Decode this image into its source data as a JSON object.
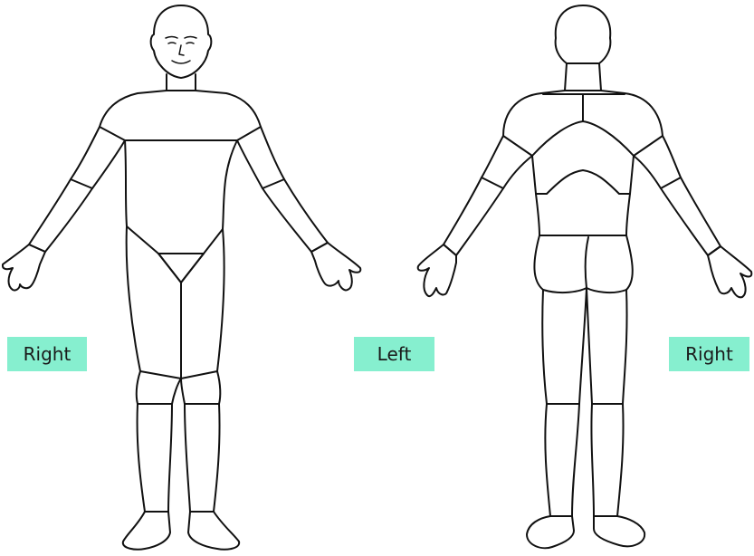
{
  "labels": {
    "front_right": "Right",
    "center_left": "Left",
    "back_right": "Right"
  },
  "colors": {
    "label_background": "#86efcf",
    "outline": "#111111",
    "background": "#ffffff"
  },
  "figures": [
    {
      "view": "front",
      "regions": [
        "head",
        "chest",
        "abdomen",
        "groin",
        "right-upper-arm",
        "right-forearm",
        "right-hand",
        "left-upper-arm",
        "left-forearm",
        "left-hand",
        "right-thigh",
        "left-thigh",
        "right-knee",
        "left-knee",
        "right-shin",
        "left-shin",
        "right-foot",
        "left-foot"
      ]
    },
    {
      "view": "back",
      "regions": [
        "head",
        "upper-back",
        "lower-back",
        "buttocks",
        "left-upper-arm",
        "left-forearm",
        "left-hand",
        "right-upper-arm",
        "right-forearm",
        "right-hand",
        "left-thigh",
        "right-thigh",
        "left-calf",
        "right-calf",
        "left-foot",
        "right-foot"
      ]
    }
  ]
}
